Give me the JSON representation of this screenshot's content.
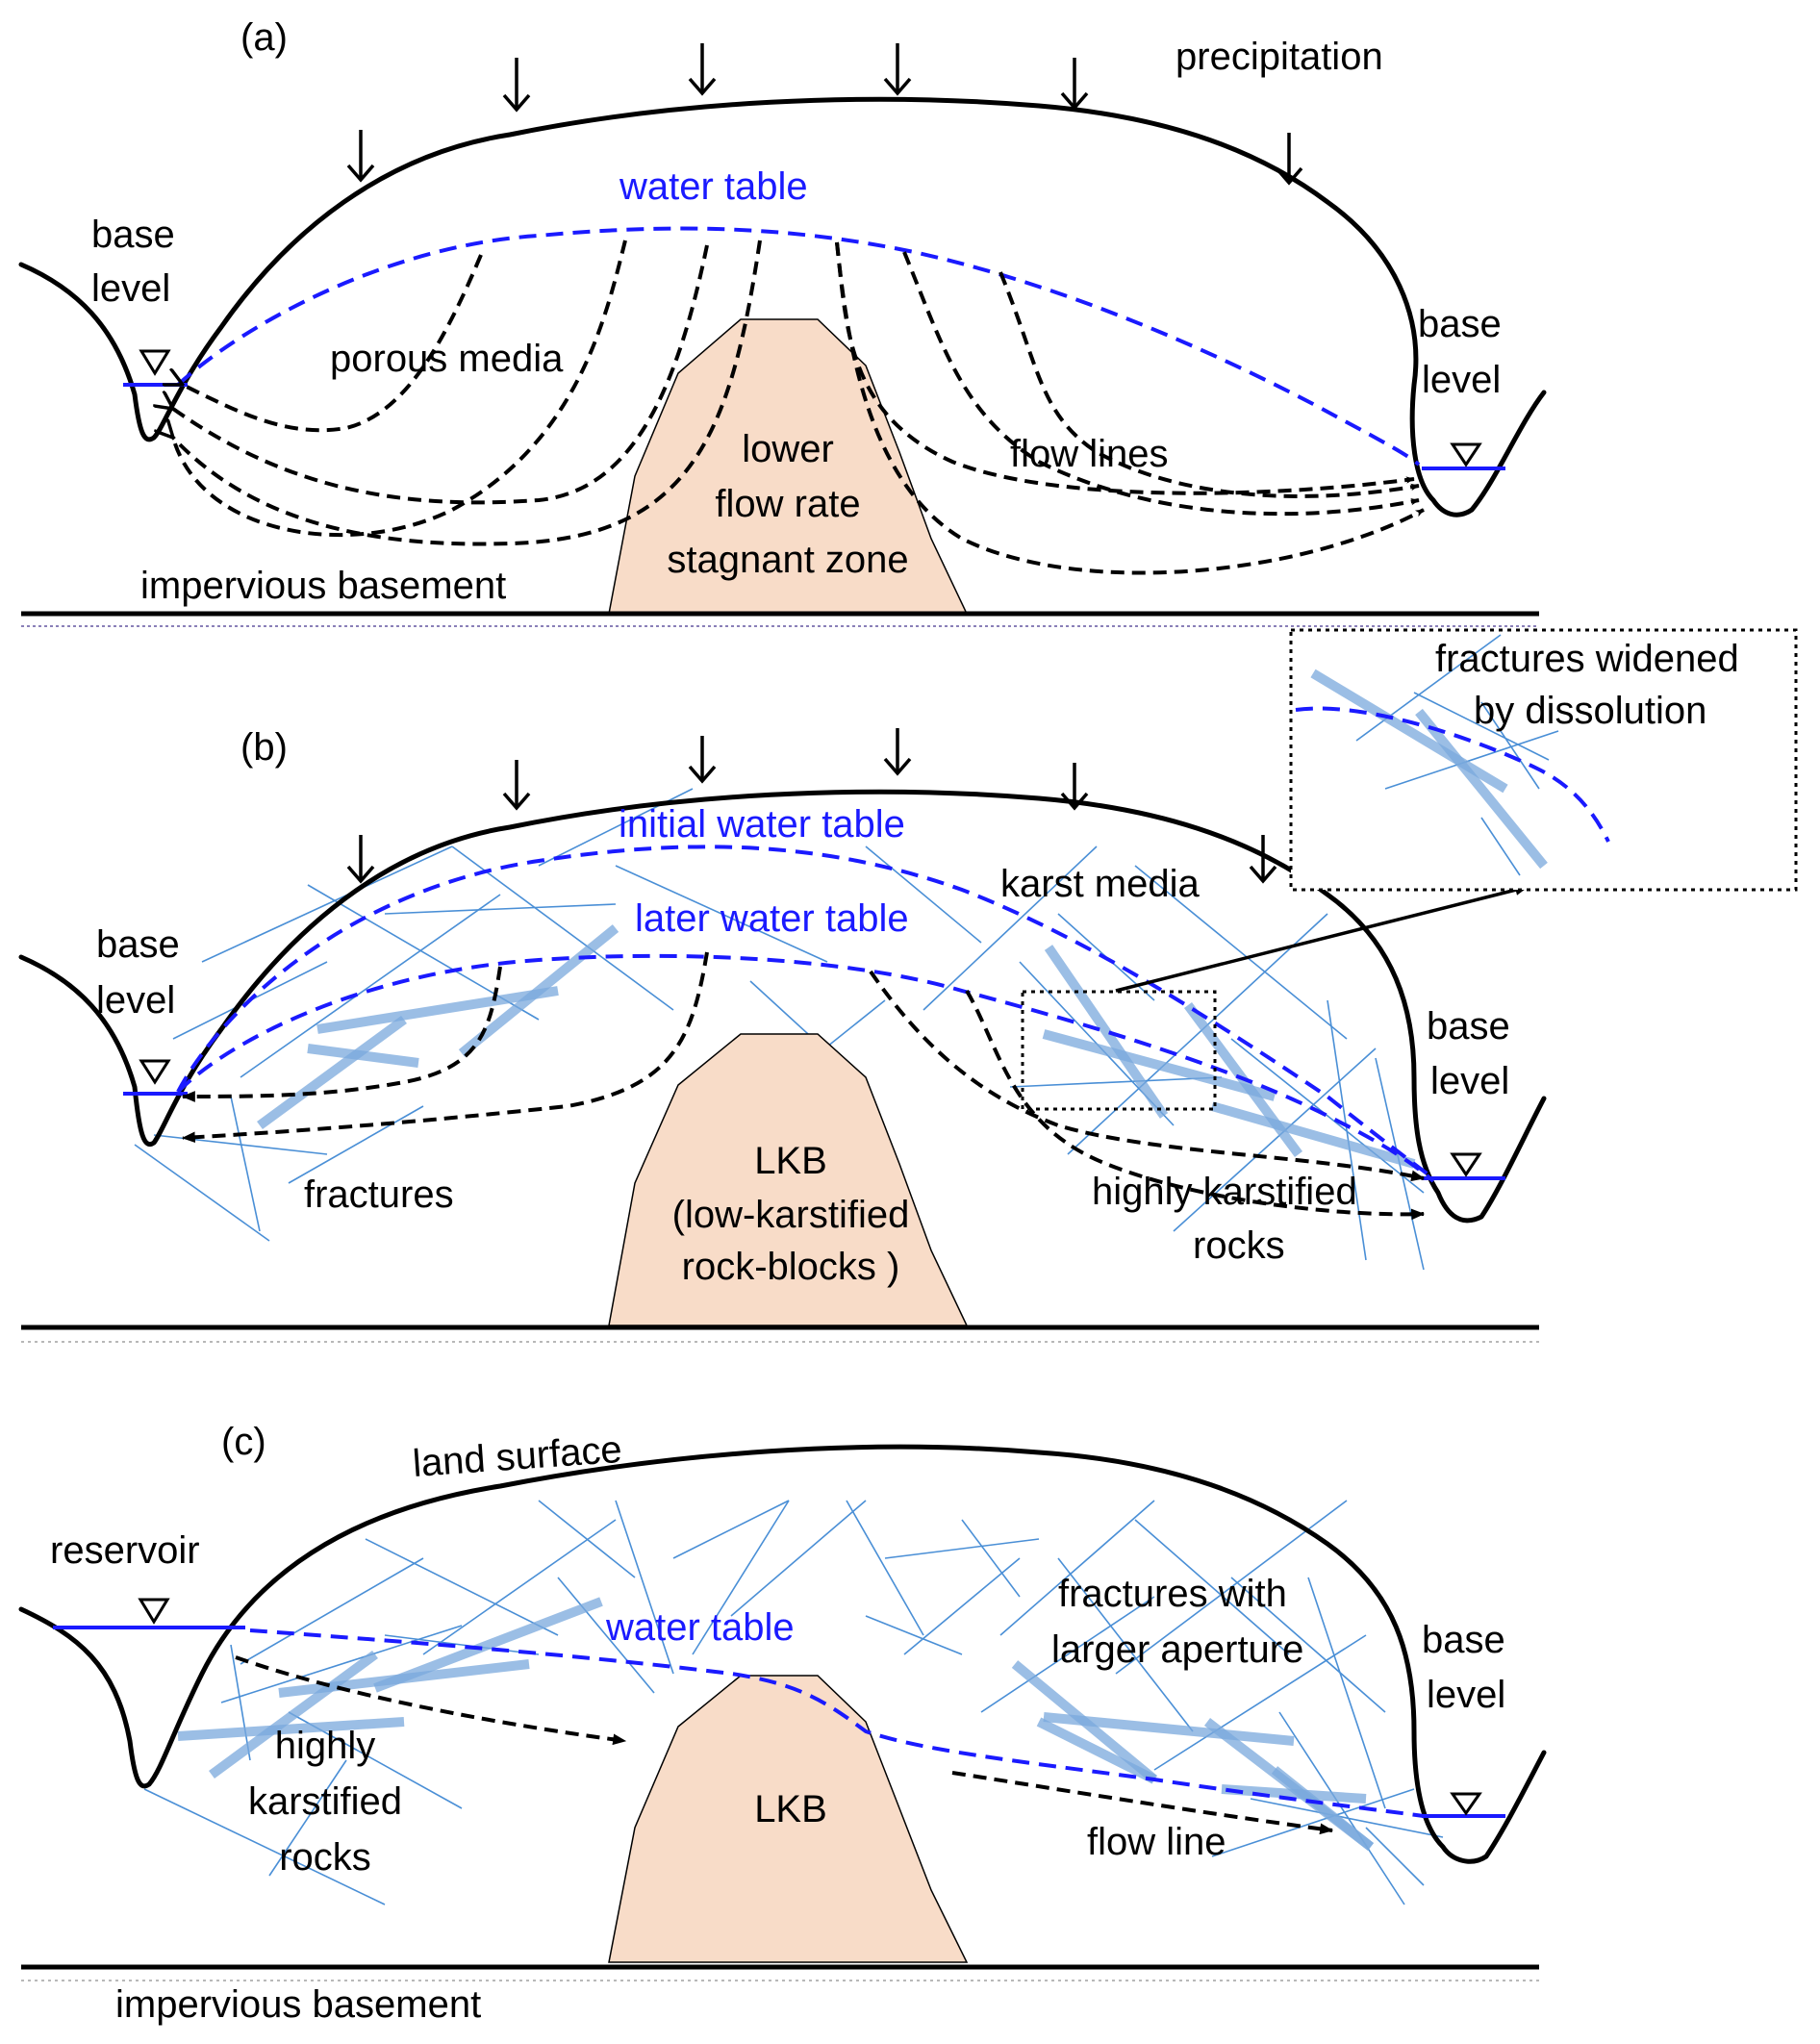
{
  "colors": {
    "water_table": "#1a1aff",
    "fracture": "#4a8fd6",
    "fracture_wide": "#7aa8dc",
    "lkb_fill": "#f8dcc8",
    "line": "#000000"
  },
  "panel_a": {
    "tag": "(a)",
    "precipitation": "precipitation",
    "water_table": "water table",
    "base_level_left": [
      "base",
      "level"
    ],
    "base_level_right": [
      "base",
      "level"
    ],
    "porous_media": "porous media",
    "stagnant_zone": [
      "lower",
      "flow rate",
      "stagnant zone"
    ],
    "flow_lines": "flow lines",
    "impervious_basement": "impervious basement"
  },
  "panel_b": {
    "tag": "(b)",
    "initial_water_table": "initial water table",
    "later_water_table": "later water table",
    "karst_media": "karst media",
    "inset_caption": [
      "fractures widened",
      "by dissolution"
    ],
    "base_level_left": [
      "base",
      "level"
    ],
    "base_level_right": [
      "base",
      "level"
    ],
    "fractures": "fractures",
    "lkb": [
      "LKB",
      "(low-karstified",
      "rock-blocks )"
    ],
    "highly_karstified": [
      "highly karstified",
      "rocks"
    ]
  },
  "panel_c": {
    "tag": "(c)",
    "land_surface": "land surface",
    "reservoir": "reservoir",
    "water_table": "water table",
    "fractures_aperture": [
      "fractures with",
      "larger aperture"
    ],
    "base_level_right": [
      "base",
      "level"
    ],
    "highly_karstified": [
      "highly",
      "karstified",
      "rocks"
    ],
    "lkb": "LKB",
    "flow_line": "flow line",
    "impervious_basement": "impervious basement"
  }
}
